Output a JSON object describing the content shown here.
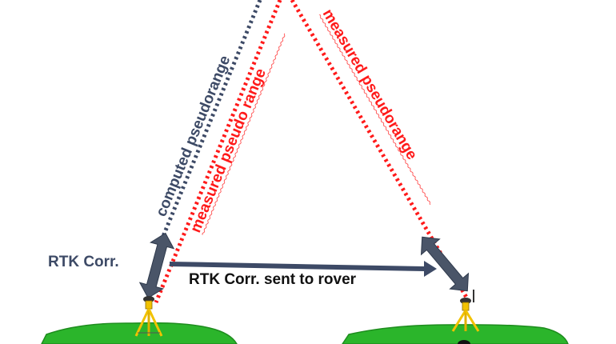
{
  "labels": {
    "computed_pseudorange": "computed pseudorange",
    "measured_pseudo_range": "measured pseudo range",
    "measured_pseudorange": "measured pseudorange",
    "rtk_corr": "RTK Corr.",
    "rtk_corr_sent": "RTK Corr. sent to rover"
  },
  "colors": {
    "computed_line": "#3d4a66",
    "measured_line": "#ff1a1a",
    "arrow": "#4a5568",
    "text_dark": "#3d4a66",
    "text_black": "#111111",
    "text_red": "#ff1a1a",
    "ground": "#2bb52b",
    "ground_dark": "#1e8c1e",
    "tripod": "#f2c200"
  }
}
